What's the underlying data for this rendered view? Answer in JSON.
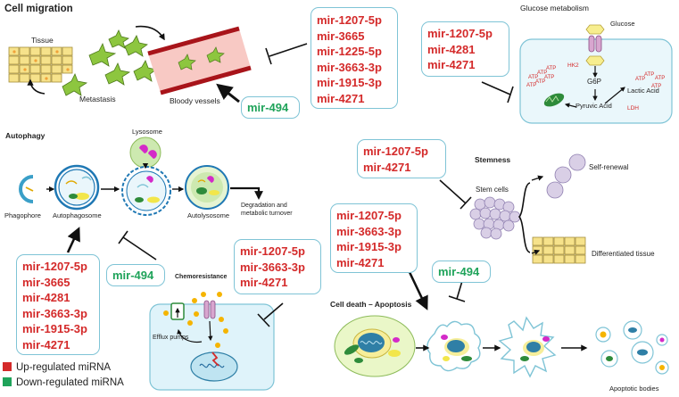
{
  "headings": {
    "cell_migration": "Cell migration",
    "glucose_metabolism": "Glucose metabolism",
    "autophagy": "Autophagy",
    "stemness": "Stemness",
    "cell_death": "Cell death – Apoptosis",
    "chemoresistance": "Chemoresistance"
  },
  "labels": {
    "tissue": "Tissue",
    "metastasis": "Metastasis",
    "bloody_vessels": "Bloody vessels",
    "glucose": "Glucose",
    "hk2": "HK2",
    "g6p": "G6P",
    "pyruvic_acid": "Pyruvic Acid",
    "ldh": "LDH",
    "lactic_acid": "Lactic Acid",
    "atp": "ATP",
    "lysosome": "Lysosome",
    "phagophore": "Phagophore",
    "autophagosome": "Autophagosome",
    "autolysosome": "Autolysosome",
    "degradation": "Degradation and",
    "metabolic_turnover": "metabolic turnover",
    "self_renewal": "Self-renewal",
    "stem_cells": "Stem cells",
    "differentiated_tissue": "Differentiated tissue",
    "efflux_pumps": "Efflux pumps",
    "apoptotic_bodies": "Apoptotic bodies"
  },
  "mirna_boxes": {
    "migration_up": [
      "mir-1207-5p",
      "mir-3665",
      "mir-1225-5p",
      "mir-3663-3p",
      "mir-1915-3p",
      "mir-4271"
    ],
    "migration_down": [
      "mir-494"
    ],
    "glucose_up": [
      "mir-1207-5p",
      "mir-4281",
      "mir-4271"
    ],
    "stemness_up": [
      "mir-1207-5p",
      "mir-4271"
    ],
    "apoptosis_up": [
      "mir-1207-5p",
      "mir-3663-3p",
      "mir-1915-3p",
      "mir-4271"
    ],
    "apoptosis_down": [
      "mir-494"
    ],
    "chemo_up": [
      "mir-1207-5p",
      "mir-3663-3p",
      "mir-4271"
    ],
    "autophagy_up": [
      "mir-1207-5p",
      "mir-3665",
      "mir-4281",
      "mir-3663-3p",
      "mir-1915-3p",
      "mir-4271"
    ],
    "autophagy_down": [
      "mir-494"
    ]
  },
  "legend": {
    "up_label": "Up-regulated miRNA",
    "down_label": "Down-regulated miRNA",
    "up_color": "#d42a2a",
    "down_color": "#1fa35a"
  },
  "colors": {
    "box_border": "#7fc4d6",
    "cell_green": "#8dc63f",
    "cell_blue": "#bfe4f1",
    "vessel_red": "#a8141a",
    "mito_green": "#2e8b3a",
    "lysosome_green": "#cde9b0",
    "stem_purple": "#d9cfe6",
    "tissue_yellow": "#f6e28b"
  }
}
